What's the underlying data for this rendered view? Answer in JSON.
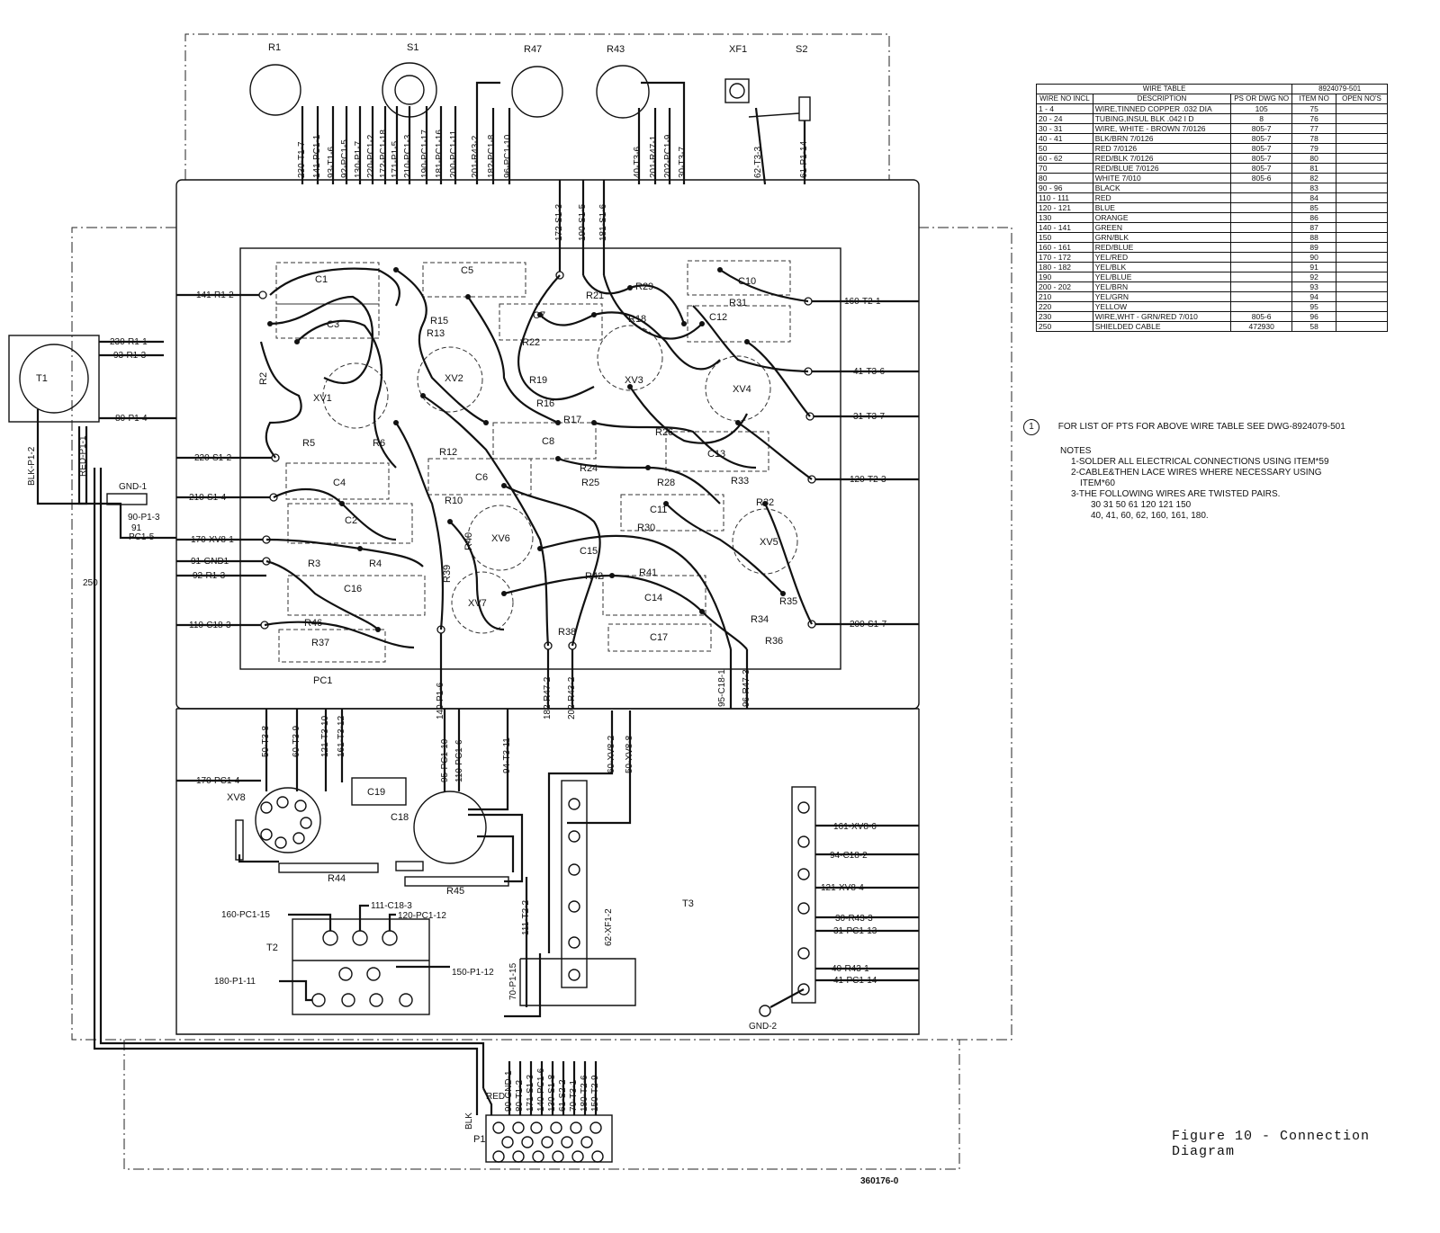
{
  "top_components": [
    "R1",
    "S1",
    "R47",
    "R43",
    "XF1",
    "S2"
  ],
  "top_wires": [
    "230-T1-7",
    "141-PC1-1",
    "93-T1-6",
    "92-PC1-5",
    "130-P1-7",
    "220-PC1-2",
    "172-PC1-18",
    "171-P1-5",
    "210-PC1-3",
    "190-PC1-17",
    "181-PC1-16",
    "200-PC1-11",
    "201-R43-2",
    "182-PC1-8",
    "96-PC1-10",
    "40-T3-6",
    "201-R47-1",
    "202-PC1-9",
    "30-T3-7",
    "62-T3-3",
    "61-P1-14"
  ],
  "t1_wires": [
    "230-R1-1",
    "93-R1-3",
    "80-P1-4",
    "BLK-P1-2",
    "RED-P1-1"
  ],
  "pc1_left_wires": [
    "141-R1-2",
    "220-S1-2",
    "210-S1-4",
    "170-XV8-1",
    "91-GND1",
    "92-R1-3",
    "110-C18-3"
  ],
  "pc1_right_wires": [
    "160-T2-1",
    "41-T3-6",
    "31-T3-7",
    "120-T2-3",
    "200-S1-7"
  ],
  "pc1_top_wires": [
    "172-S1-3",
    "190-S1-5",
    "181-S1-6"
  ],
  "pc1_bottom_wires": [
    "140-P1-6",
    "182-R47-2",
    "202-R43-2",
    "95-C18-1",
    "96-R47-3"
  ],
  "pc1_components": [
    "C1",
    "C3",
    "C5",
    "C7",
    "C10",
    "C12",
    "R2",
    "XV1",
    "XV2",
    "XV3",
    "XV4",
    "R5",
    "R6",
    "C4",
    "C6",
    "C8",
    "C13",
    "C2",
    "C11",
    "XV6",
    "C15",
    "R3",
    "R4",
    "C16",
    "R46",
    "R37",
    "XV7",
    "C14",
    "R38",
    "C17",
    "XV5",
    "R34",
    "R35",
    "R36",
    "R41",
    "R42",
    "R39",
    "R40",
    "R10",
    "R12",
    "R13",
    "R15",
    "R16",
    "R17",
    "R21",
    "R22",
    "R24",
    "R25",
    "R26",
    "R28",
    "R29",
    "R30",
    "R31",
    "R32",
    "R33",
    "R18",
    "R19"
  ],
  "pc1_label": "PC1",
  "gnd1": {
    "label": "GND-1",
    "wires": [
      "90-P1-3",
      "91",
      "PC1-5"
    ]
  },
  "cable_label": "250",
  "lower_wires": [
    "50-T3-8",
    "60-T3-9",
    "121-T3-10",
    "161-T3-12",
    "95-PC1-10",
    "110-PC1-6",
    "94-T3-11",
    "60-XV8-2",
    "50-XV8-8",
    "170-PC1-4",
    "111-C18-3",
    "120-PC1-12",
    "160-PC1-15",
    "180-P1-11",
    "150-P1-12",
    "111-T2-2",
    "62-XF1-2",
    "70-P1-15"
  ],
  "lower_components": [
    "XV8",
    "C19",
    "C18",
    "R44",
    "R45",
    "T2",
    "T3",
    "GND-2"
  ],
  "t3_right_wires": [
    "161-XV8-6",
    "94-C18-2",
    "121-XV8-4",
    "30-R43-3",
    "31-PC1-13",
    "40-R43-1",
    "41-PC1-14"
  ],
  "p1": {
    "label": "P1",
    "wires": [
      "90-GND-1",
      "80-T1-2",
      "171-S1-3",
      "140-PC1-6",
      "130-S1-8",
      "61-S2-2",
      "70-T3-1",
      "180-T2-6",
      "150-T2-9"
    ],
    "red": "RED",
    "blk": "BLK"
  },
  "wire_table": {
    "title": "WIRE TABLE",
    "part_number": "8924079-501",
    "headers": [
      "WIRE NO INCL",
      "DESCRIPTION",
      "PS OR DWG NO",
      "ITEM NO",
      "OPEN NO'S"
    ],
    "rows": [
      [
        "1 - 4",
        "WIRE,TINNED COPPER .032 DIA",
        "105",
        "75",
        ""
      ],
      [
        "20 - 24",
        "TUBING,INSUL BLK .042 I D",
        "8",
        "76",
        ""
      ],
      [
        "30 - 31",
        "WIRE, WHITE - BROWN 7/0126",
        "805-7",
        "77",
        ""
      ],
      [
        "40 - 41",
        "BLK/BRN 7/0126",
        "805-7",
        "78",
        ""
      ],
      [
        "50",
        "RED 7/0126",
        "805-7",
        "79",
        ""
      ],
      [
        "60 - 62",
        "RED/BLK 7/0126",
        "805-7",
        "80",
        ""
      ],
      [
        "70",
        "RED/BLUE 7/0126",
        "805-7",
        "81",
        ""
      ],
      [
        "80",
        "WHITE 7/010",
        "805-6",
        "82",
        ""
      ],
      [
        "90 - 96",
        "BLACK",
        "",
        "83",
        ""
      ],
      [
        "110 - 111",
        "RED",
        "",
        "84",
        ""
      ],
      [
        "120 - 121",
        "BLUE",
        "",
        "85",
        ""
      ],
      [
        "130",
        "ORANGE",
        "",
        "86",
        ""
      ],
      [
        "140 - 141",
        "GREEN",
        "",
        "87",
        ""
      ],
      [
        "150",
        "GRN/BLK",
        "",
        "88",
        ""
      ],
      [
        "160 - 161",
        "RED/BLUE",
        "",
        "89",
        ""
      ],
      [
        "170 - 172",
        "YEL/RED",
        "",
        "90",
        ""
      ],
      [
        "180 - 182",
        "YEL/BLK",
        "",
        "91",
        ""
      ],
      [
        "190",
        "YEL/BLUE",
        "",
        "92",
        ""
      ],
      [
        "200 - 202",
        "YEL/BRN",
        "",
        "93",
        ""
      ],
      [
        "210",
        "YEL/GRN",
        "",
        "94",
        ""
      ],
      [
        "220",
        "YELLOW",
        "",
        "95",
        ""
      ],
      [
        "230",
        "WIRE,WHT - GRN/RED 7/010",
        "805-6",
        "96",
        ""
      ],
      [
        "250",
        "SHIELDED CABLE",
        "472930",
        "58",
        ""
      ]
    ]
  },
  "table_note": {
    "marker": "1",
    "text": "FOR LIST OF PTS FOR ABOVE WIRE TABLE SEE DWG-8924079-501"
  },
  "notes": {
    "heading": "NOTES",
    "lines": [
      "1-SOLDER ALL ELECTRICAL CONNECTIONS USING ITEM*59",
      "2-CABLE&THEN LACE WIRES WHERE NECESSARY USING",
      "ITEM*60",
      "3-THE FOLLOWING WIRES ARE TWISTED PAIRS.",
      "30 31 50 61 120 121 150",
      "40, 41, 60, 62, 160, 161, 180."
    ]
  },
  "figure_caption": "Figure 10 - Connection Diagram",
  "drawing_number": "360176-0"
}
